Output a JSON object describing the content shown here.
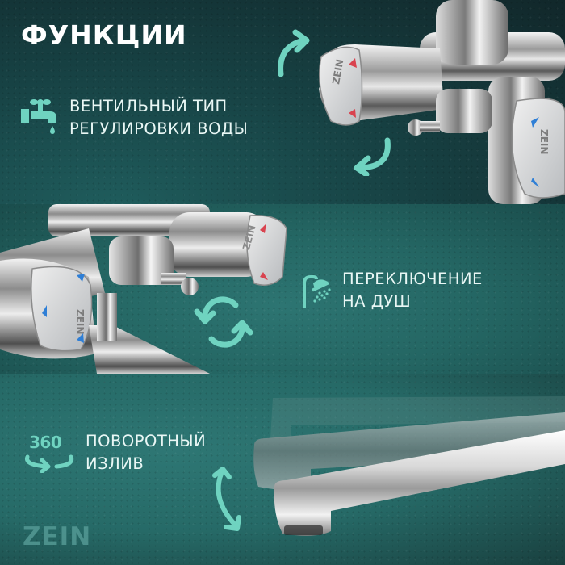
{
  "title": "ФУНКЦИИ",
  "features": [
    {
      "icon": "faucet-icon",
      "line1": "ВЕНТИЛЬНЫЙ ТИП",
      "line2": "РЕГУЛИРОВКИ ВОДЫ"
    },
    {
      "icon": "shower-icon",
      "line1": "ПЕРЕКЛЮЧЕНИЕ",
      "line2": "НА ДУШ"
    },
    {
      "icon": "rotate-360-icon",
      "icon_text": "360",
      "line1": "ПОВОРОТНЫЙ",
      "line2": "ИЗЛИВ"
    }
  ],
  "handle_logo": "ZEIN",
  "brand": "ZEIN",
  "colors": {
    "accent": "#6fd3c0",
    "text": "#e9f7f5",
    "title": "#ffffff",
    "panel_top": "#163a3c",
    "panel_mid": "#266a67",
    "panel_bottom": "#286c69",
    "hot_marker": "#d9434f",
    "cold_marker": "#2f7fd6"
  }
}
